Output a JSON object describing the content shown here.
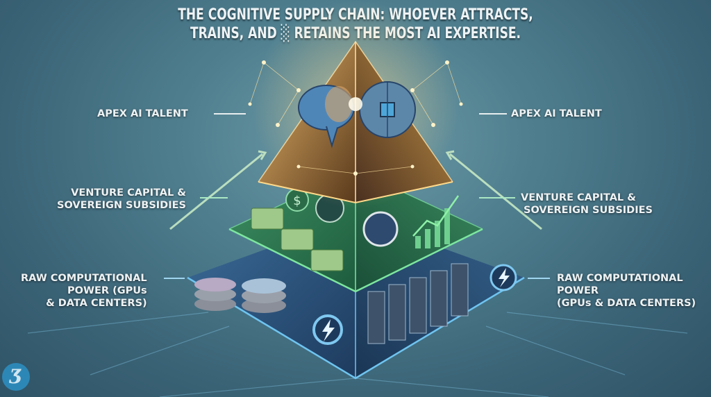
{
  "title": {
    "line1": "THE COGNITIVE SUPPLY CHAIN: WHOEVER ATTRACTS,",
    "line2": "TRAINS, AND ░ RETAINS  THE MOST AI EXPERTISE."
  },
  "layers": [
    {
      "id": "apex",
      "left_label": "APEX AI TALENT",
      "right_label": "APEX AI TALENT",
      "color": "#c9973d",
      "icons": [
        "human-brain-icon",
        "circuit-brain-icon",
        "neural-network-icon"
      ]
    },
    {
      "id": "capital",
      "left_label_lines": [
        "VENTURE CAPITAL &",
        "SOVEREIGN SUBSIDIES"
      ],
      "right_label_lines": [
        "VENTURE CAPITAL &",
        "SOVEREIGN SUBSIDIES"
      ],
      "color": "#2f7a52",
      "icons": [
        "cash-stack-icon",
        "dollar-coin-icon",
        "government-seal-icon",
        "growth-chart-icon"
      ]
    },
    {
      "id": "compute",
      "left_label_lines": [
        "RAW COMPUTATIONAL",
        "POWER (GPUs",
        "& DATA CENTERS)"
      ],
      "right_label_lines": [
        "RAW COMPUTATIONAL",
        "POWER",
        "(GPUs & DATA CENTERS)"
      ],
      "color": "#2a4f78",
      "icons": [
        "silicon-wafer-icon",
        "power-bolt-icon",
        "server-rack-icon"
      ]
    }
  ],
  "logo": {
    "glyph": "Ʒ"
  },
  "colors": {
    "background": "#4a7788",
    "apex_glow": "#ffd98a",
    "capital_edge": "#7ee6a0",
    "compute_edge": "#6fc4f0"
  }
}
